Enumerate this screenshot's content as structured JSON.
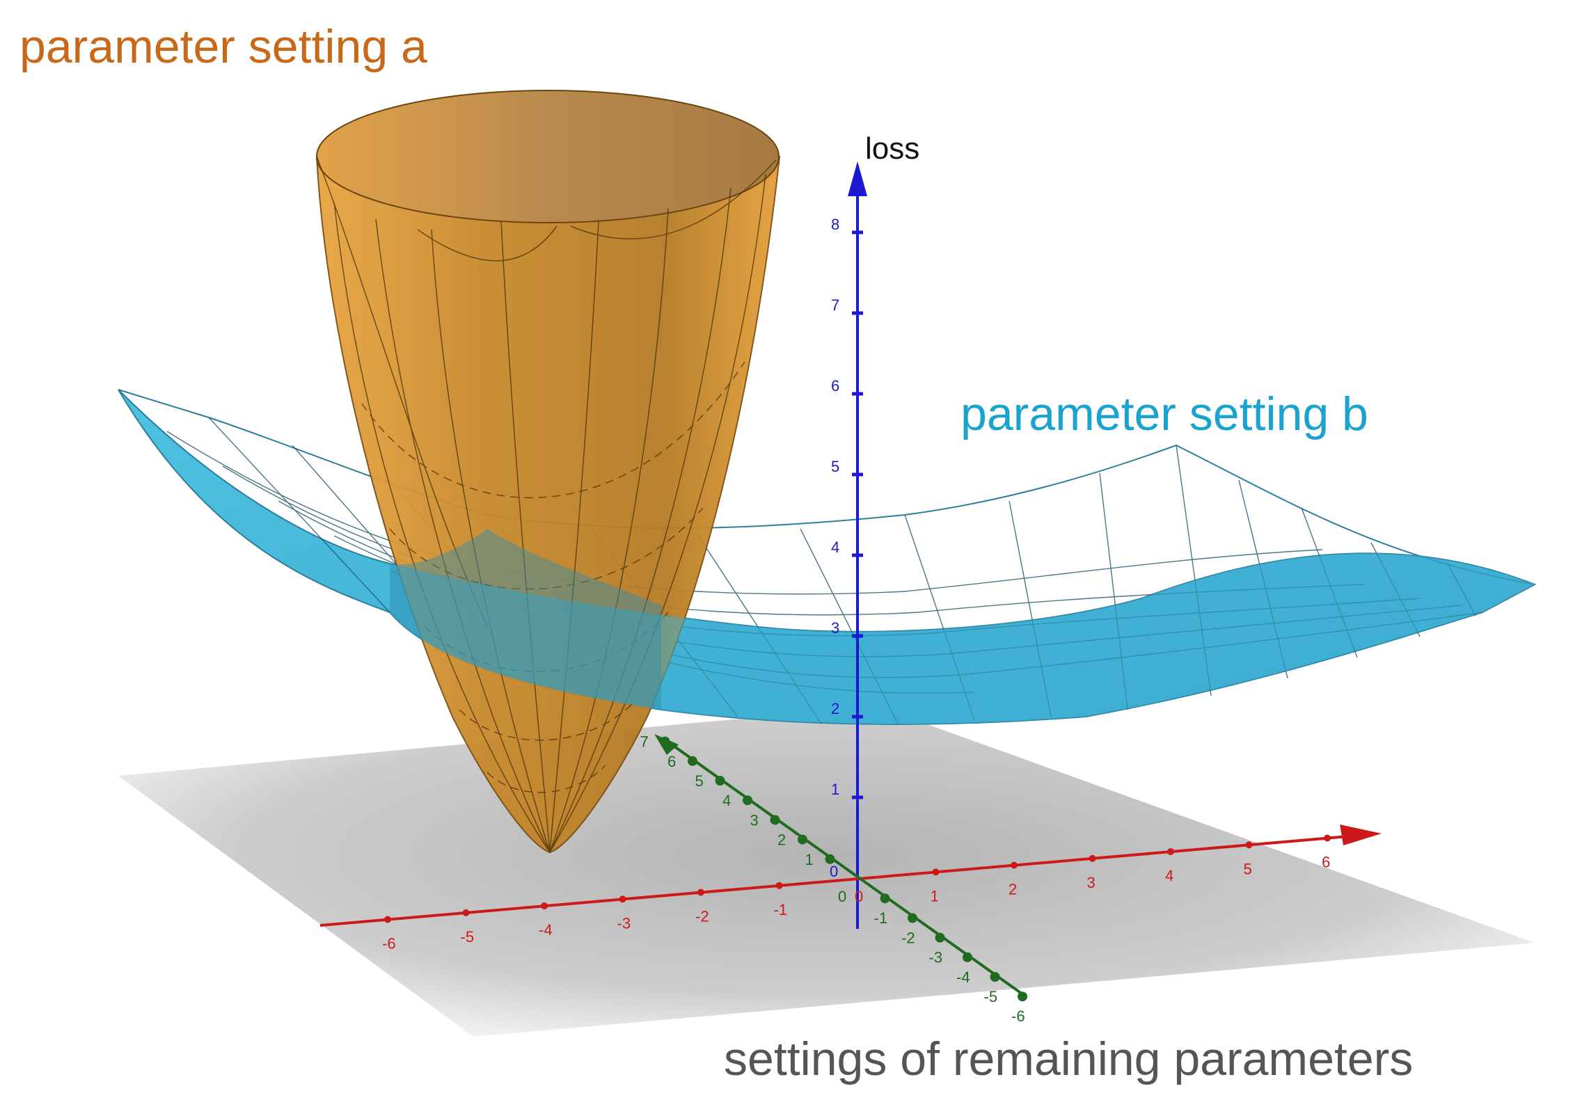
{
  "labels": {
    "setting_a": "parameter setting a",
    "setting_b": "parameter setting b",
    "remaining": "settings of remaining parameters",
    "loss_axis": "loss"
  },
  "colors": {
    "setting_a_text": "#c8691a",
    "setting_b_text": "#1aa3cf",
    "remaining_text": "#555555",
    "bowl_fill": "#d4922a",
    "sheet_fill": "#3fb3d6",
    "loss_axis": "#1a1ad0",
    "x_axis": "#cc1a1a",
    "y_axis": "#1f6b1f",
    "floor": "#c8c8c8"
  },
  "axes": {
    "loss_ticks": [
      "1",
      "2",
      "3",
      "4",
      "5",
      "6",
      "7",
      "8"
    ],
    "loss_origin": "0",
    "x_ticks": [
      "-6",
      "-5",
      "-4",
      "-3",
      "-2",
      "-1",
      "1",
      "2",
      "3",
      "4",
      "5",
      "6"
    ],
    "x_origin": "0",
    "y_ticks_back": [
      "1",
      "2",
      "3",
      "4",
      "5",
      "6",
      "7"
    ],
    "y_origin": "0",
    "y_ticks_front": [
      "-1",
      "-2",
      "-3",
      "-4",
      "-5",
      "-6"
    ]
  }
}
